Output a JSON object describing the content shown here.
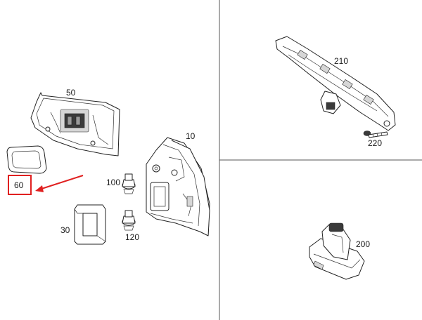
{
  "diagram": {
    "labels": {
      "p50": "50",
      "p10": "10",
      "p60": "60",
      "p100": "100",
      "p30": "30",
      "p120": "120",
      "p210": "210",
      "p220": "220",
      "p200": "200"
    },
    "highlight": {
      "part": "60",
      "color": "#e02020"
    }
  }
}
